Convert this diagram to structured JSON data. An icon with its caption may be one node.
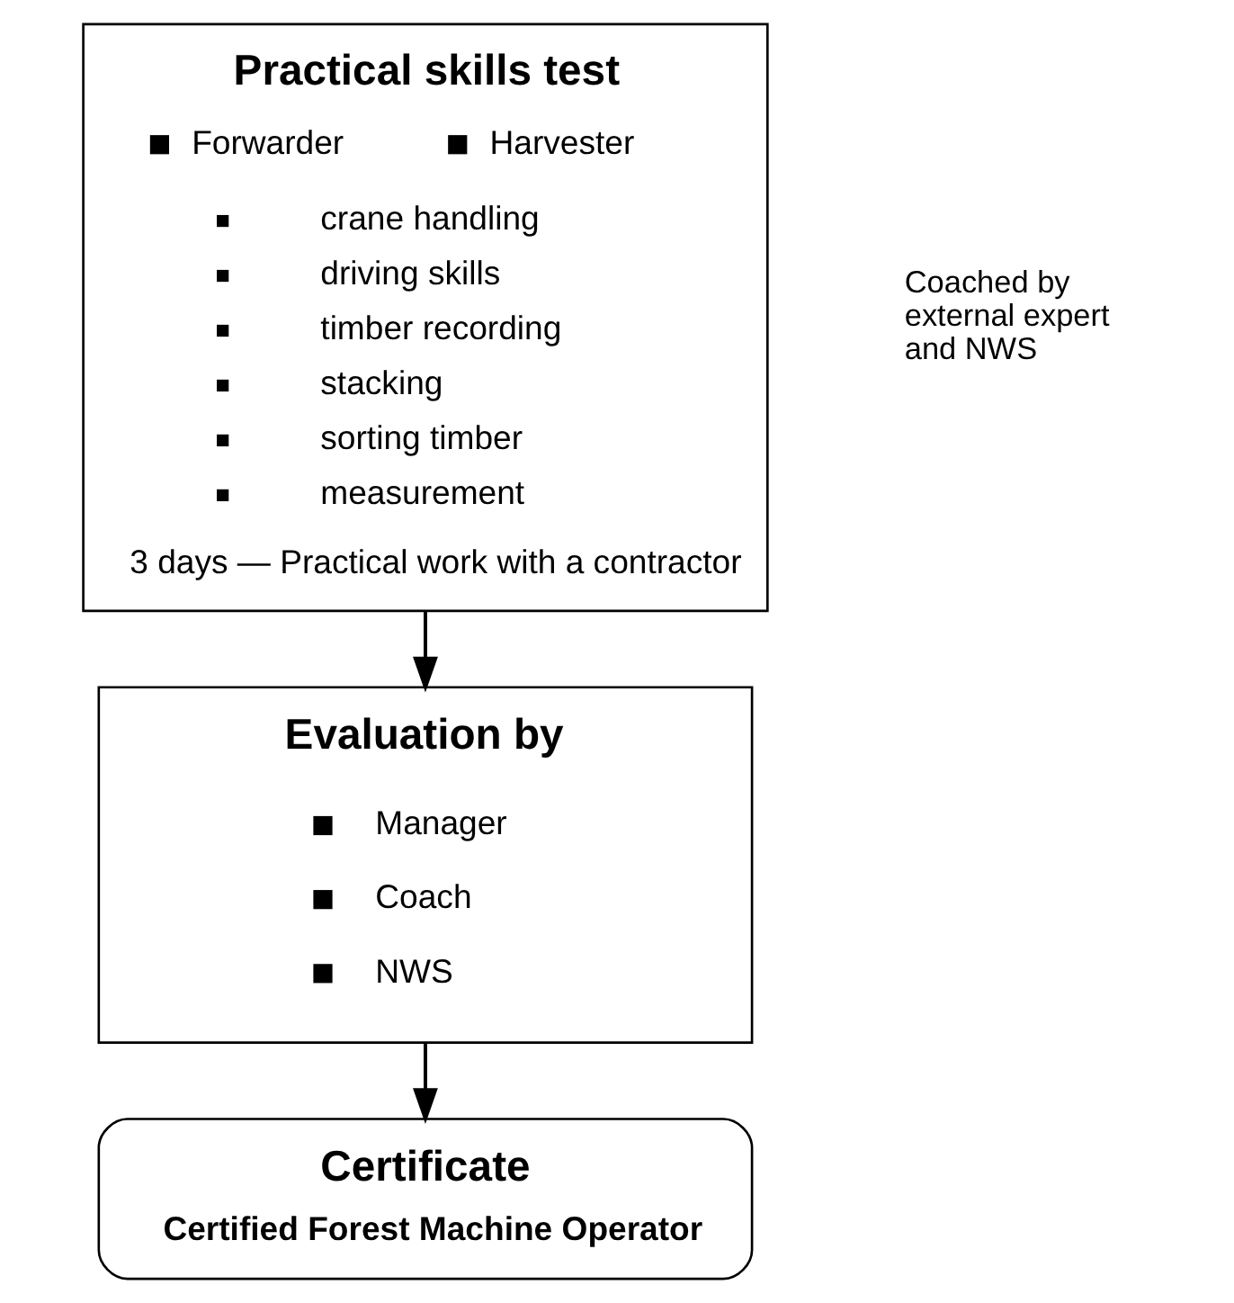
{
  "diagram": {
    "nodes": [
      {
        "text": [
          "Practical skills test",
          "Forwarder",
          "Harvester",
          "crane handling",
          "driving skills",
          "timber recording",
          "stacking",
          "sorting timber",
          "measurement",
          "3 days — Practical work with a contractor"
        ]
      },
      {
        "text": [
          "Evaluation by",
          "Manager",
          "Coach",
          "NWS"
        ]
      },
      {
        "text": [
          "Certificate",
          "Certified Forest Machine Operator"
        ]
      }
    ],
    "edges": [
      {
        "from": 0,
        "to": 1,
        "arrow": "to"
      },
      {
        "from": 1,
        "to": 2,
        "arrow": "to"
      }
    ],
    "labels": [
      "Coached by external expert and NWS"
    ]
  }
}
